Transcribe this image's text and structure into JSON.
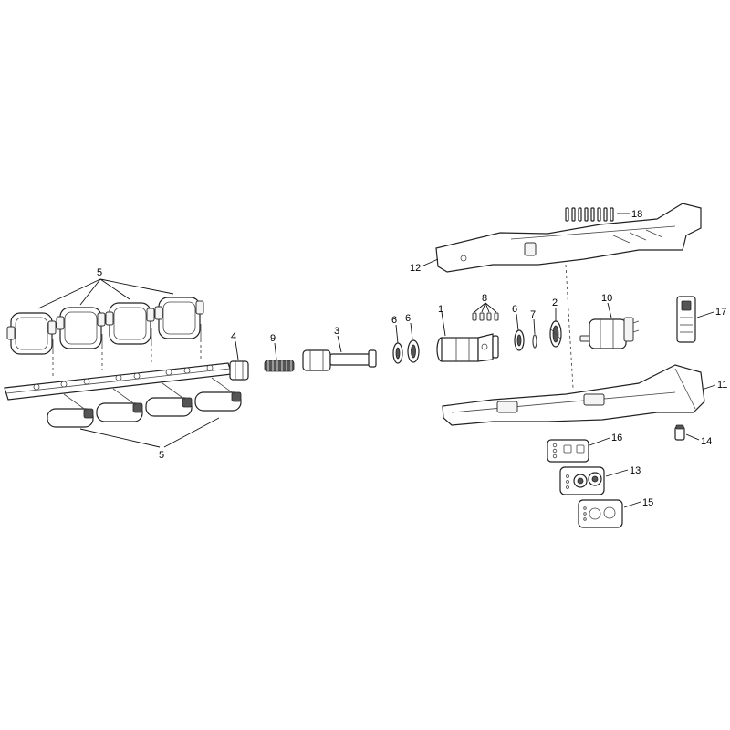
{
  "labels": {
    "p1": "1",
    "p2": "2",
    "p3": "3",
    "p4": "4",
    "p5_top": "5",
    "p5_bottom": "5",
    "p6_a": "6",
    "p6_b": "6",
    "p6_c": "6",
    "p7": "7",
    "p8": "8",
    "p9": "9",
    "p10": "10",
    "p11": "11",
    "p12": "12",
    "p13": "13",
    "p14": "14",
    "p15": "15",
    "p16": "16",
    "p17": "17",
    "p18": "18"
  }
}
